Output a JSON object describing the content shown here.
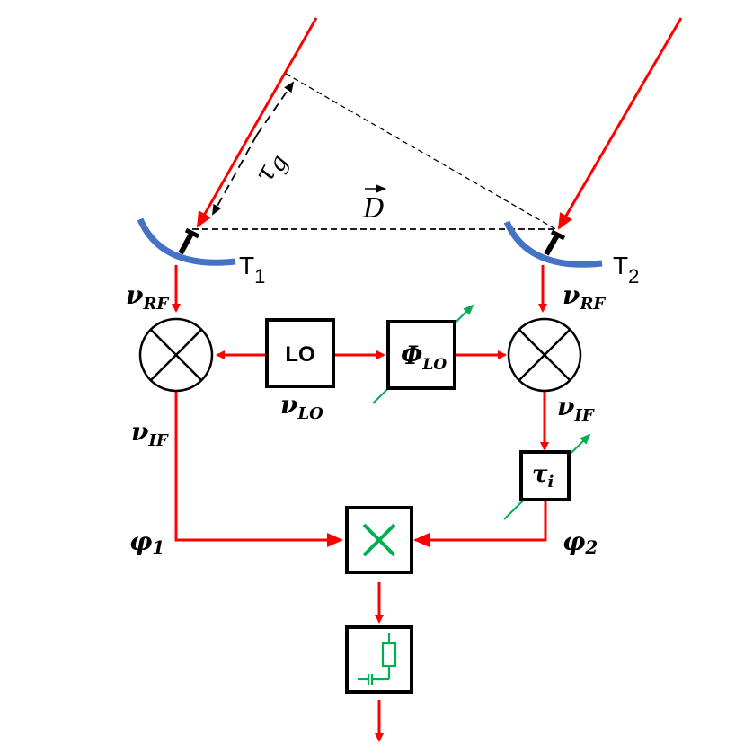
{
  "diagram": {
    "title": "Two-element radio interferometer signal chain",
    "colors": {
      "signal": "#ff0000",
      "antenna": "#4472c4",
      "tunable": "#00b050",
      "line": "#000000"
    },
    "telescopes": [
      {
        "id": "T1",
        "label": "T",
        "sub": "1"
      },
      {
        "id": "T2",
        "label": "T",
        "sub": "2"
      }
    ],
    "geometry_labels": {
      "delay": {
        "main": "τ",
        "sub": "g"
      },
      "baseline": {
        "main": "D",
        "vector": true
      }
    },
    "signals": {
      "rf_left": {
        "main": "ν",
        "sub": "RF"
      },
      "rf_right": {
        "main": "ν",
        "sub": "RF"
      },
      "lo": {
        "main": "ν",
        "sub": "LO"
      },
      "if_left": {
        "main": "ν",
        "sub": "IF"
      },
      "if_right": {
        "main": "ν",
        "sub": "IF"
      },
      "phase_left": {
        "main": "φ",
        "sub": "1"
      },
      "phase_right": {
        "main": "φ",
        "sub": "2"
      }
    },
    "blocks": {
      "mixer_left": {
        "type": "mixer",
        "icon": "mixer-cross-icon"
      },
      "mixer_right": {
        "type": "mixer",
        "icon": "mixer-cross-icon"
      },
      "local_oscillator": {
        "label": "LO"
      },
      "phase_shifter": {
        "main": "Φ",
        "sub": "LO",
        "tunable": true
      },
      "delay_line": {
        "main": "τ",
        "sub": "i",
        "tunable": true
      },
      "correlator": {
        "type": "multiplier",
        "icon": "multiply-icon"
      },
      "integrator": {
        "type": "rc-integrator",
        "icon": "rc-circuit-icon"
      }
    }
  }
}
